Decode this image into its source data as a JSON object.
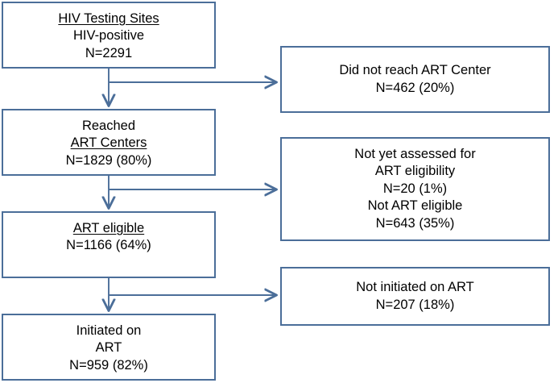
{
  "figure": {
    "type": "flowchart",
    "orientation": "top-to-bottom with right-side exclusion branches",
    "colors": {
      "box_border": "#4b6e99",
      "connector": "#4b6e99",
      "box_fill": "#ffffff",
      "text": "#000000"
    }
  },
  "main_path": [
    {
      "id": "hiv-testing-sites",
      "lines": [
        {
          "text": "HIV Testing Sites",
          "underline": true
        },
        {
          "text": "HIV-positive",
          "underline": false
        },
        {
          "text": "N=2291",
          "underline": false
        }
      ],
      "count": 2291,
      "percent": null
    },
    {
      "id": "reached-art-centers",
      "lines": [
        {
          "text": "Reached",
          "underline": false
        },
        {
          "text": "ART Centers",
          "underline": true
        },
        {
          "text": "N=1829 (80%)",
          "underline": false
        }
      ],
      "count": 1829,
      "percent": 80
    },
    {
      "id": "art-eligible",
      "lines": [
        {
          "text": "ART eligible",
          "underline": true
        },
        {
          "text": "N=1166 (64%)",
          "underline": false
        }
      ],
      "count": 1166,
      "percent": 64
    },
    {
      "id": "initiated-on-art",
      "lines": [
        {
          "text": "Initiated on",
          "underline": false
        },
        {
          "text": "ART",
          "underline": false
        },
        {
          "text": "N=959 (82%)",
          "underline": false
        }
      ],
      "count": 959,
      "percent": 82
    }
  ],
  "branches": [
    {
      "id": "did-not-reach-art-center",
      "lines": [
        {
          "text": "Did not reach ART Center",
          "underline": false
        },
        {
          "text": "N=462 (20%)",
          "underline": false
        }
      ],
      "count": 462,
      "percent": 20
    },
    {
      "id": "not-assessed-or-not-eligible",
      "lines": [
        {
          "text": "Not yet assessed for",
          "underline": false
        },
        {
          "text": "ART eligibility",
          "underline": false
        },
        {
          "text": "N=20 (1%)",
          "underline": false
        },
        {
          "text": "Not ART eligible",
          "underline": false
        },
        {
          "text": "N=643 (35%)",
          "underline": false
        }
      ],
      "counts": [
        20,
        643
      ],
      "percents": [
        1,
        35
      ]
    },
    {
      "id": "not-initiated-on-art",
      "lines": [
        {
          "text": "Not initiated on ART",
          "underline": false
        },
        {
          "text": "N=207 (18%)",
          "underline": false
        }
      ],
      "count": 207,
      "percent": 18
    }
  ],
  "connectors": [
    {
      "id": "connector-1",
      "from": "hiv-testing-sites",
      "to_down": "reached-art-centers",
      "to_right": "did-not-reach-art-center"
    },
    {
      "id": "connector-2",
      "from": "reached-art-centers",
      "to_down": "art-eligible",
      "to_right": "not-assessed-or-not-eligible"
    },
    {
      "id": "connector-3",
      "from": "art-eligible",
      "to_down": "initiated-on-art",
      "to_right": "not-initiated-on-art"
    }
  ]
}
